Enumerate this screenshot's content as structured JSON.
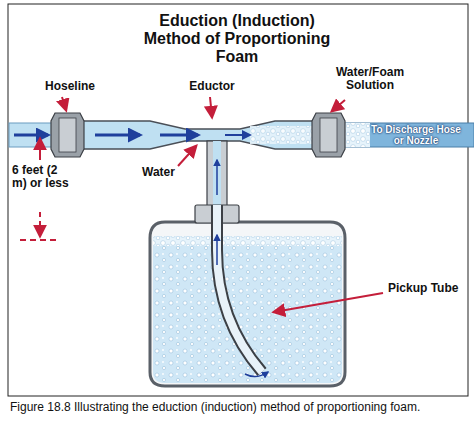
{
  "diagram": {
    "title": "Eduction (Induction) Method of Proportioning Foam",
    "caption": "Figure 18.8 Illustrating the eduction (induction) method of proportioning foam.",
    "labels": [
      "Hoseline",
      "Eductor",
      "Water/Foam Solution",
      "To Discharge Hose or Nozzle",
      "Water",
      "6 feet (2 m) or less",
      "Pickup Tube"
    ]
  }
}
